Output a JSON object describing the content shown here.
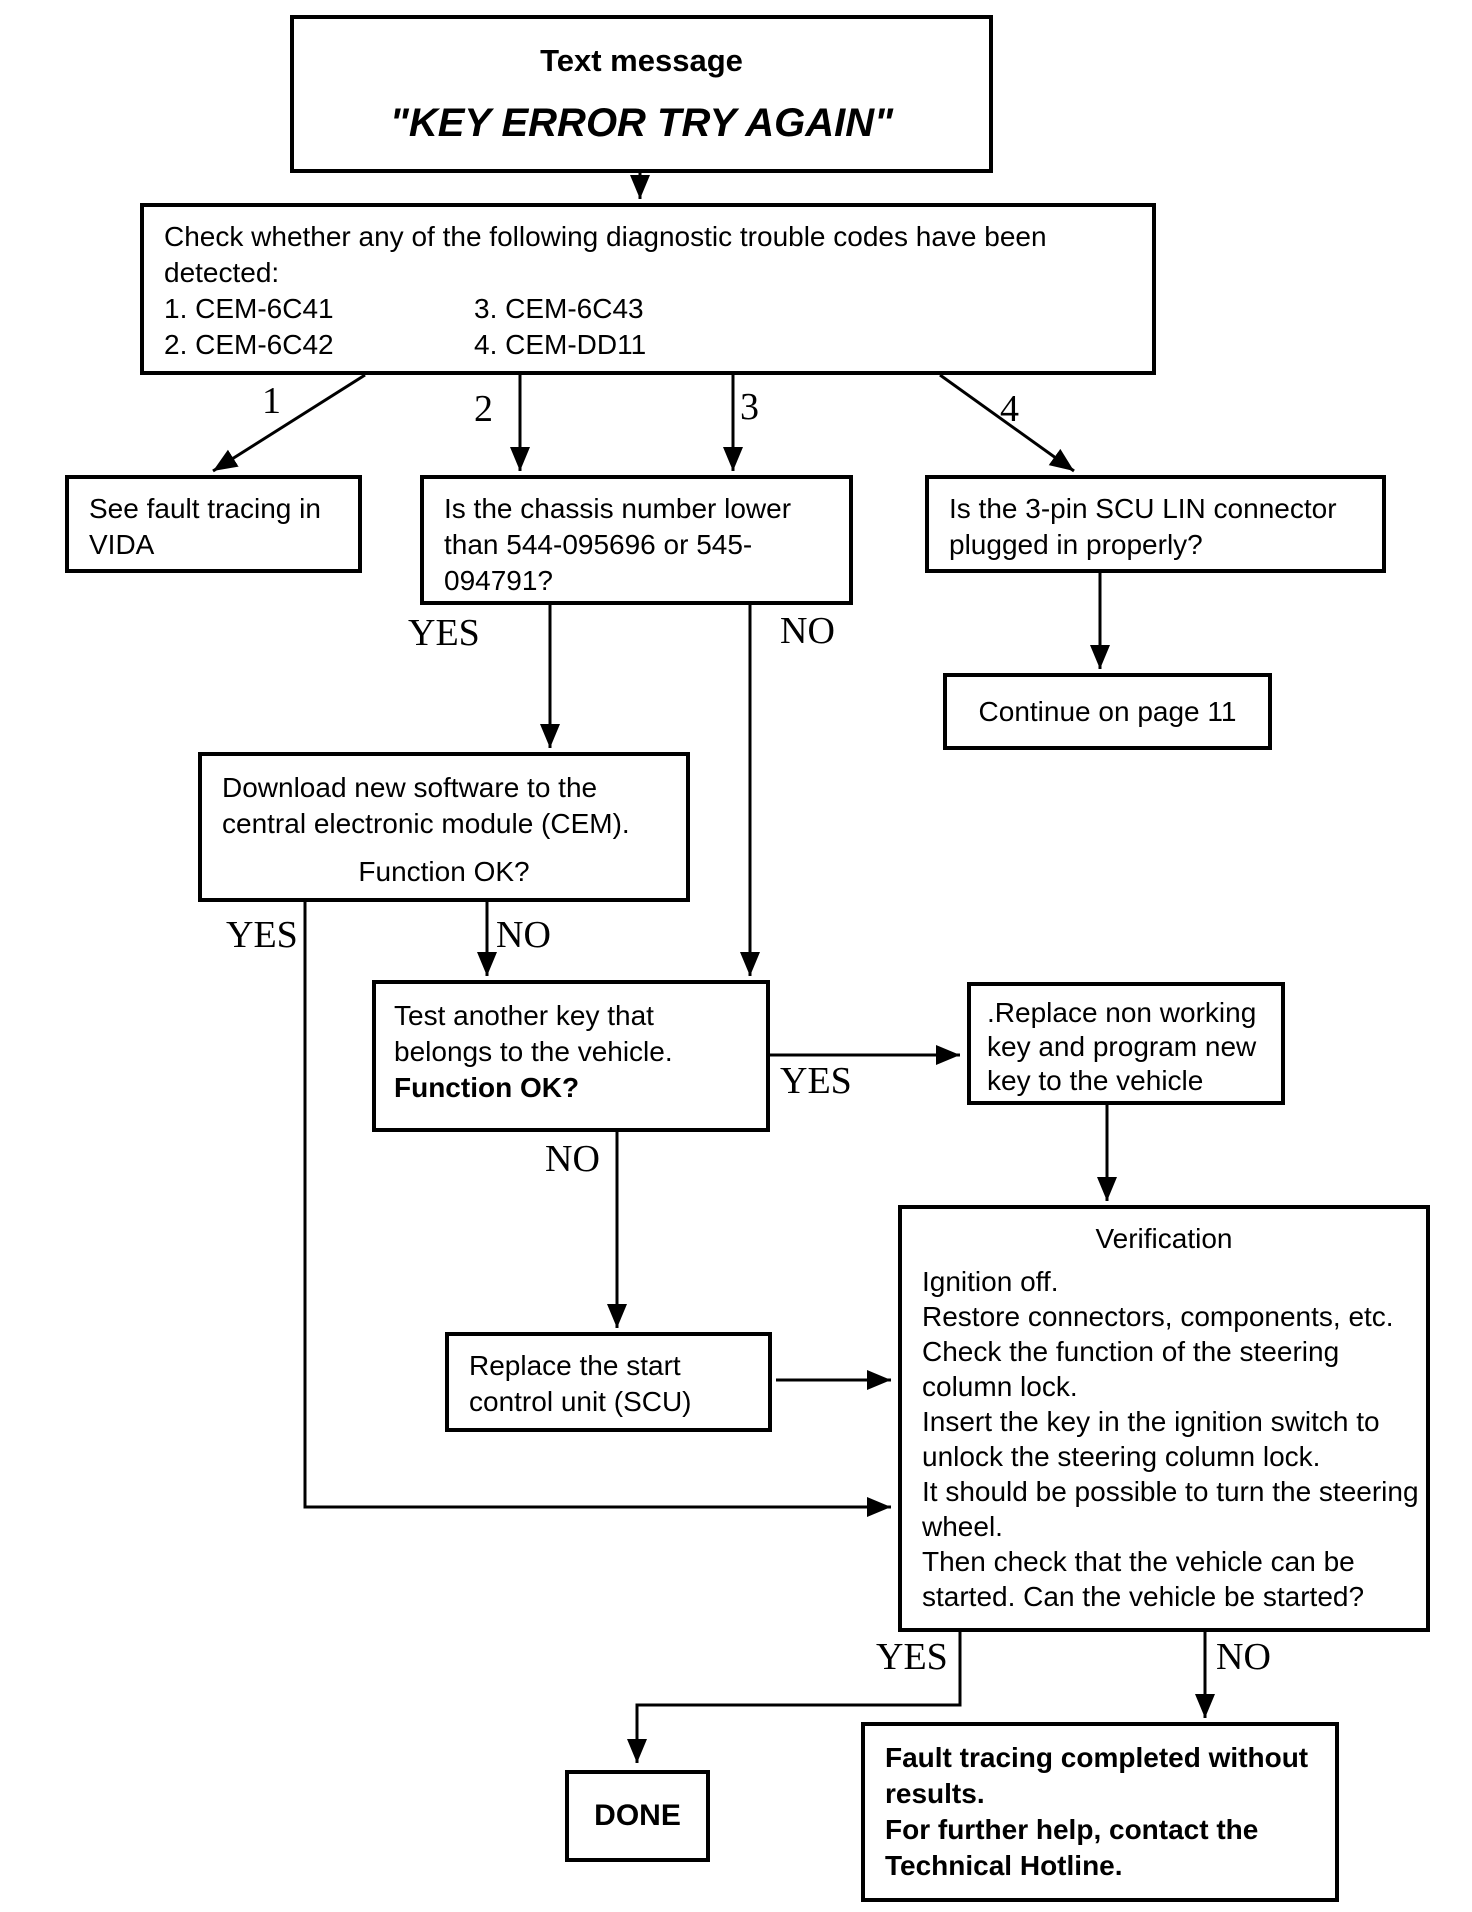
{
  "diagram": {
    "title_box": {
      "heading": "Text message",
      "message": "\"KEY ERROR TRY AGAIN\""
    },
    "codes_box": {
      "intro_lines": [
        "Check whether any of the following diagnostic trouble codes have been",
        "detected:"
      ],
      "rows": [
        [
          "1. CEM-6C41",
          "3. CEM-6C43"
        ],
        [
          "2. CEM-6C42",
          "4. CEM-DD11"
        ]
      ]
    },
    "branch_labels": {
      "b1": "1",
      "b2": "2",
      "b3": "3",
      "b4": "4"
    },
    "vida_box": {
      "lines": [
        "See fault tracing in",
        "VIDA"
      ]
    },
    "chassis_box": {
      "lines": [
        "Is the chassis number lower",
        "than 544-095696 or 545-",
        "094791?"
      ]
    },
    "sculin_box": {
      "lines": [
        "Is the 3-pin SCU LIN connector",
        "plugged in properly?"
      ]
    },
    "continue_box": {
      "text": "Continue on page 11"
    },
    "download_box": {
      "lines": [
        "Download new software to the",
        "central electronic module (CEM)."
      ],
      "question": "Function OK?"
    },
    "testkey_box": {
      "lines": [
        "Test another key that",
        "belongs to the vehicle."
      ],
      "question": "Function OK?"
    },
    "replacekey_box": {
      "lines": [
        ".Replace non working",
        "key and program new",
        "key to the vehicle"
      ]
    },
    "scu_box": {
      "lines": [
        "Replace the start",
        "control unit (SCU)"
      ]
    },
    "verification_box": {
      "title": "Verification",
      "lines": [
        "Ignition off.",
        "Restore connectors, components, etc.",
        "Check the function of the steering",
        "column lock.",
        "Insert the key in the ignition switch to",
        "unlock the steering column lock.",
        "It should be possible to turn the steering",
        "wheel.",
        "Then check that the vehicle can be",
        "started. Can the vehicle be started?"
      ]
    },
    "done_box": {
      "text": "DONE"
    },
    "fault_box": {
      "lines": [
        "Fault tracing completed without",
        "results.",
        "For further help, contact the",
        "Technical Hotline."
      ]
    },
    "edge_labels": {
      "chassis_yes": "YES",
      "chassis_no": "NO",
      "download_yes": "YES",
      "download_no": "NO",
      "testkey_yes": "YES",
      "testkey_no": "NO",
      "verification_yes": "YES",
      "verification_no": "NO"
    },
    "colors": {
      "line": "#000000",
      "background": "#ffffff"
    }
  }
}
